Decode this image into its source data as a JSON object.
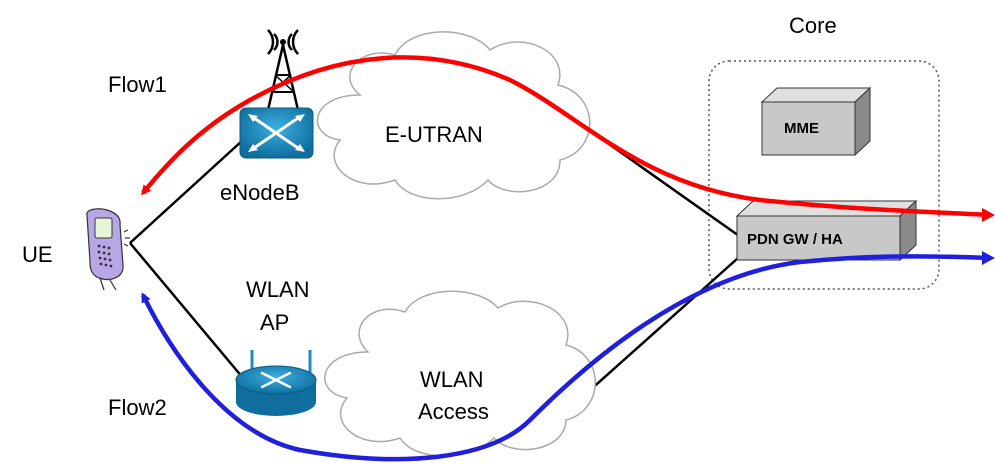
{
  "labels": {
    "core": "Core",
    "flow1": "Flow1",
    "flow2": "Flow2",
    "ue": "UE",
    "enodeb": "eNodeB",
    "eutran": "E-UTRAN",
    "wlan_ap_line1": "WLAN",
    "wlan_ap_line2": "AP",
    "wlan_access_line1": "WLAN",
    "wlan_access_line2": "Access",
    "mme": "MME",
    "pdn_gw": "PDN GW / HA"
  },
  "colors": {
    "flow1": "#ff0000",
    "flow2": "#1f1fdd",
    "router": "#1a8fc4",
    "box": "#c8c8c8",
    "phone": "#b9a6e6"
  }
}
